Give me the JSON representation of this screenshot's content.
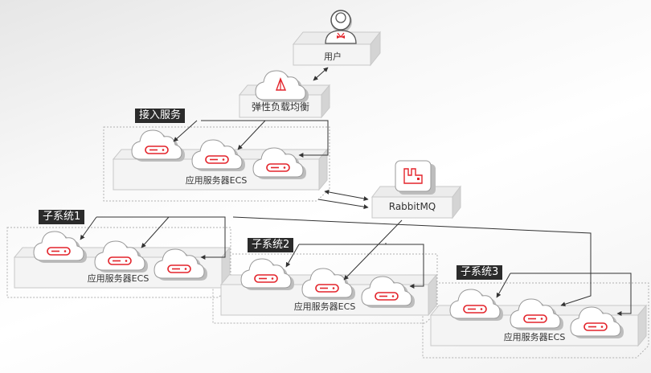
{
  "user": {
    "label": "用户"
  },
  "elb": {
    "label": "弹性负载均衡"
  },
  "rabbitmq": {
    "label": "RabbitMQ"
  },
  "access": {
    "title": "接入服务",
    "platform_label": "应用服务器ECS"
  },
  "subsystems": [
    {
      "title": "子系统1",
      "platform_label": "应用服务器ECS"
    },
    {
      "title": "子系统2",
      "platform_label": "应用服务器ECS"
    },
    {
      "title": "子系统3",
      "platform_label": "应用服务器ECS"
    }
  ],
  "colors": {
    "accent": "#e3242b",
    "line": "#333333",
    "dashed": "#b0b0b0",
    "tag_bg": "#2b2b2b"
  },
  "icons": {
    "user": "user-avatar-icon",
    "elb": "load-balancer-icon",
    "mq": "rabbitmq-icon",
    "server": "ecs-cloud-icon"
  }
}
